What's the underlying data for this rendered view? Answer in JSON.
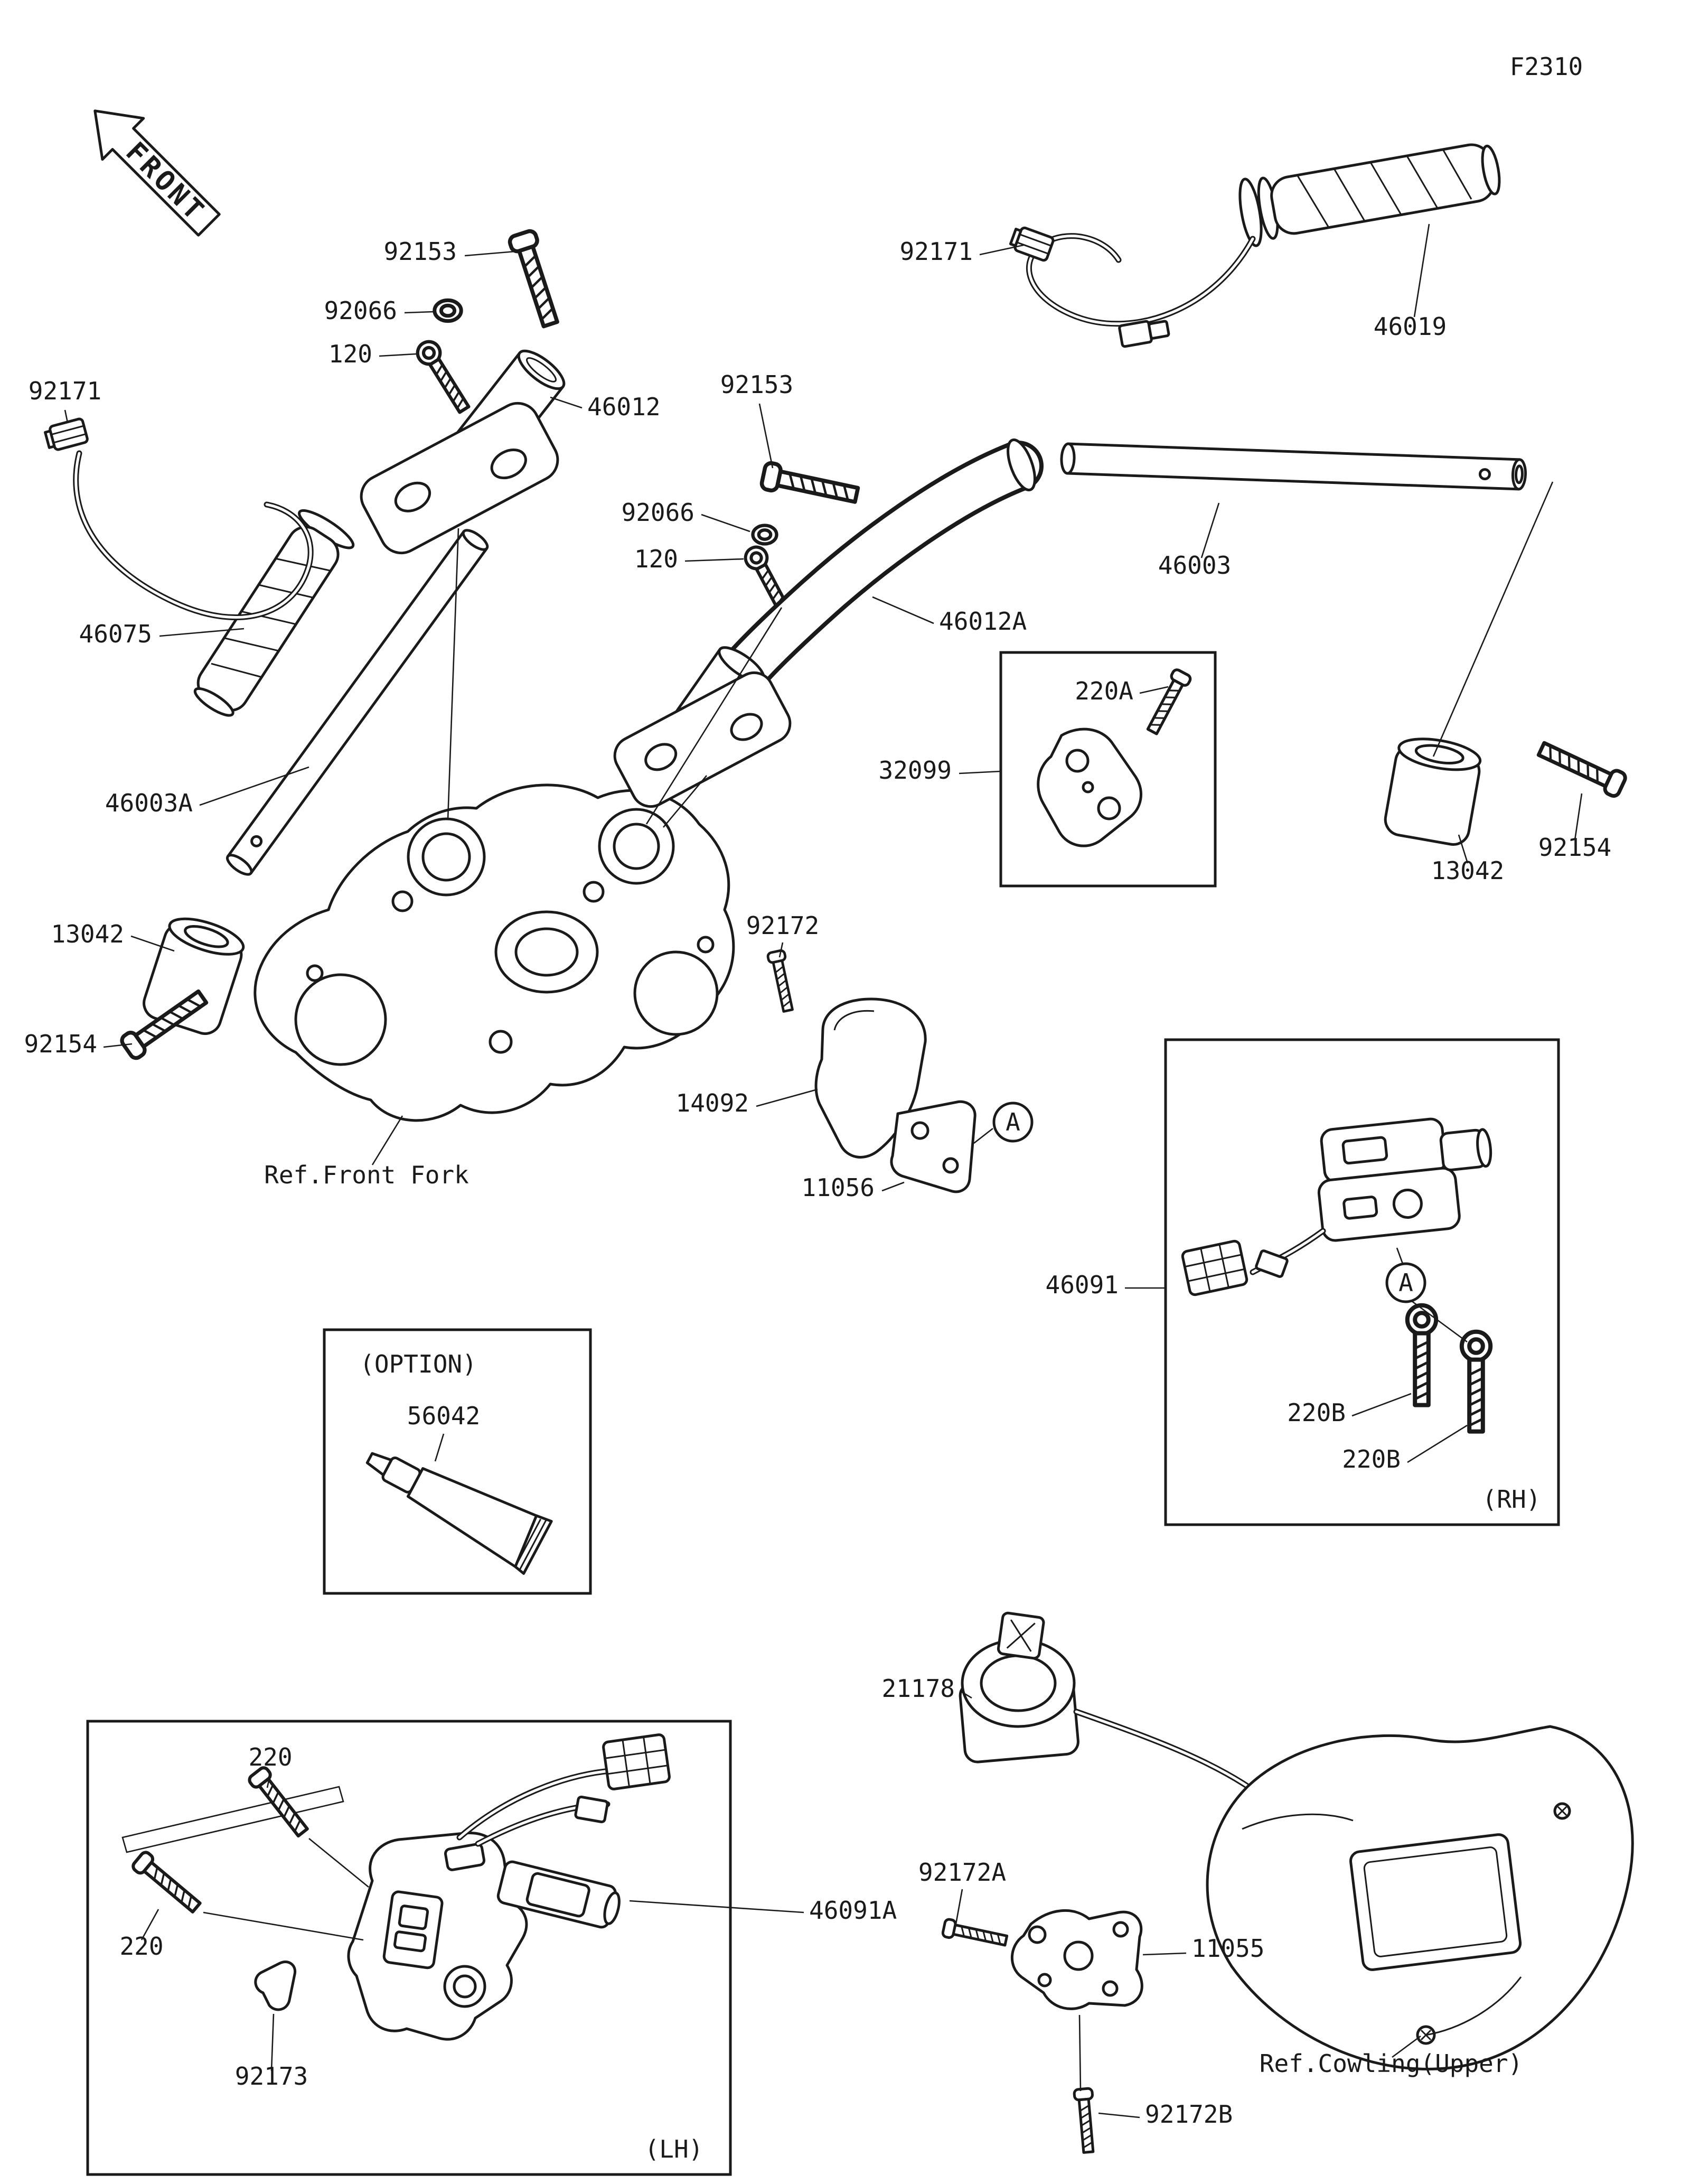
{
  "doc": {
    "figure_code": "F2310",
    "front_arrow": "FRONT",
    "ink_color": "#1a1a1a",
    "background_color": "#ffffff"
  },
  "refs": {
    "front_fork": "Ref.Front Fork",
    "cowling_upper": "Ref.Cowling(Upper)"
  },
  "captions": {
    "option": "(OPTION)",
    "right_hand": "(RH)",
    "left_hand": "(LH)",
    "detail_marker": "A"
  },
  "parts": {
    "screw_92153_left": "92153",
    "washer_92066_left": "92066",
    "bolt_120_left": "120",
    "connector_92171_left": "92171",
    "holder_46012": "46012",
    "connector_92171_right": "92171",
    "grip_heated_46019": "46019",
    "screw_92153_mid": "92153",
    "washer_92066_mid": "92066",
    "bolt_120_mid": "120",
    "holder_46012a": "46012A",
    "handlebar_46003": "46003",
    "grip_46075": "46075",
    "handlebar_46003a": "46003A",
    "bracket_32099": "32099",
    "screw_220a": "220A",
    "weight_13042_right": "13042",
    "bolt_92154_right": "92154",
    "weight_13042_left": "13042",
    "bolt_92154_left": "92154",
    "screw_92172": "92172",
    "cover_14092": "14092",
    "bracket_11056": "11056",
    "switch_46091": "46091",
    "screw_220b_upper": "220B",
    "screw_220b_lower": "220B",
    "tube_56042": "56042",
    "amplifier_21178": "21178",
    "screw_220_upper": "220",
    "screw_220_lower": "220",
    "clamp_92173": "92173",
    "switch_46091a": "46091A",
    "screw_92172a": "92172A",
    "bracket_11055": "11055",
    "screw_92172b": "92172B"
  }
}
